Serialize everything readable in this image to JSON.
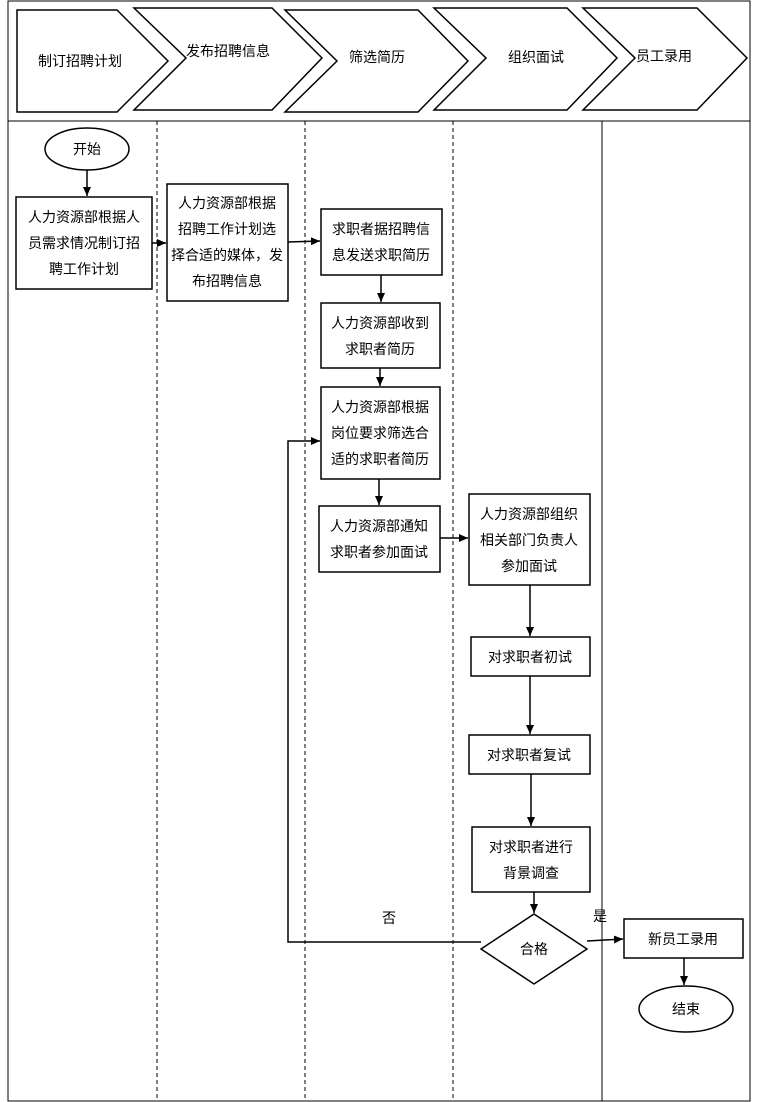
{
  "stages": [
    "制订招聘计划",
    "发布招聘信息",
    "筛选简历",
    "组织面试",
    "员工录用"
  ],
  "nodes": {
    "start": "开始",
    "plan": [
      "人力资源部根据人",
      "员需求情况制订招",
      "聘工作计划"
    ],
    "publish": [
      "人力资源部根据",
      "招聘工作计划选",
      "择合适的媒体，发",
      "布招聘信息"
    ],
    "send": [
      "求职者据招聘信",
      "息发送求职简历"
    ],
    "receive": [
      "人力资源部收到",
      "求职者简历"
    ],
    "screen": [
      "人力资源部根据",
      "岗位要求筛选合",
      "适的求职者简历"
    ],
    "notify": [
      "人力资源部通知",
      "求职者参加面试"
    ],
    "organize": [
      "人力资源部组织",
      "相关部门负责人",
      "参加面试"
    ],
    "first": "对求职者初试",
    "second": "对求职者复试",
    "background": [
      "对求职者进行",
      "背景调查"
    ],
    "decision": "合格",
    "hire": "新员工录用",
    "end": "结束"
  },
  "edge_labels": {
    "no": "否",
    "yes": "是"
  }
}
